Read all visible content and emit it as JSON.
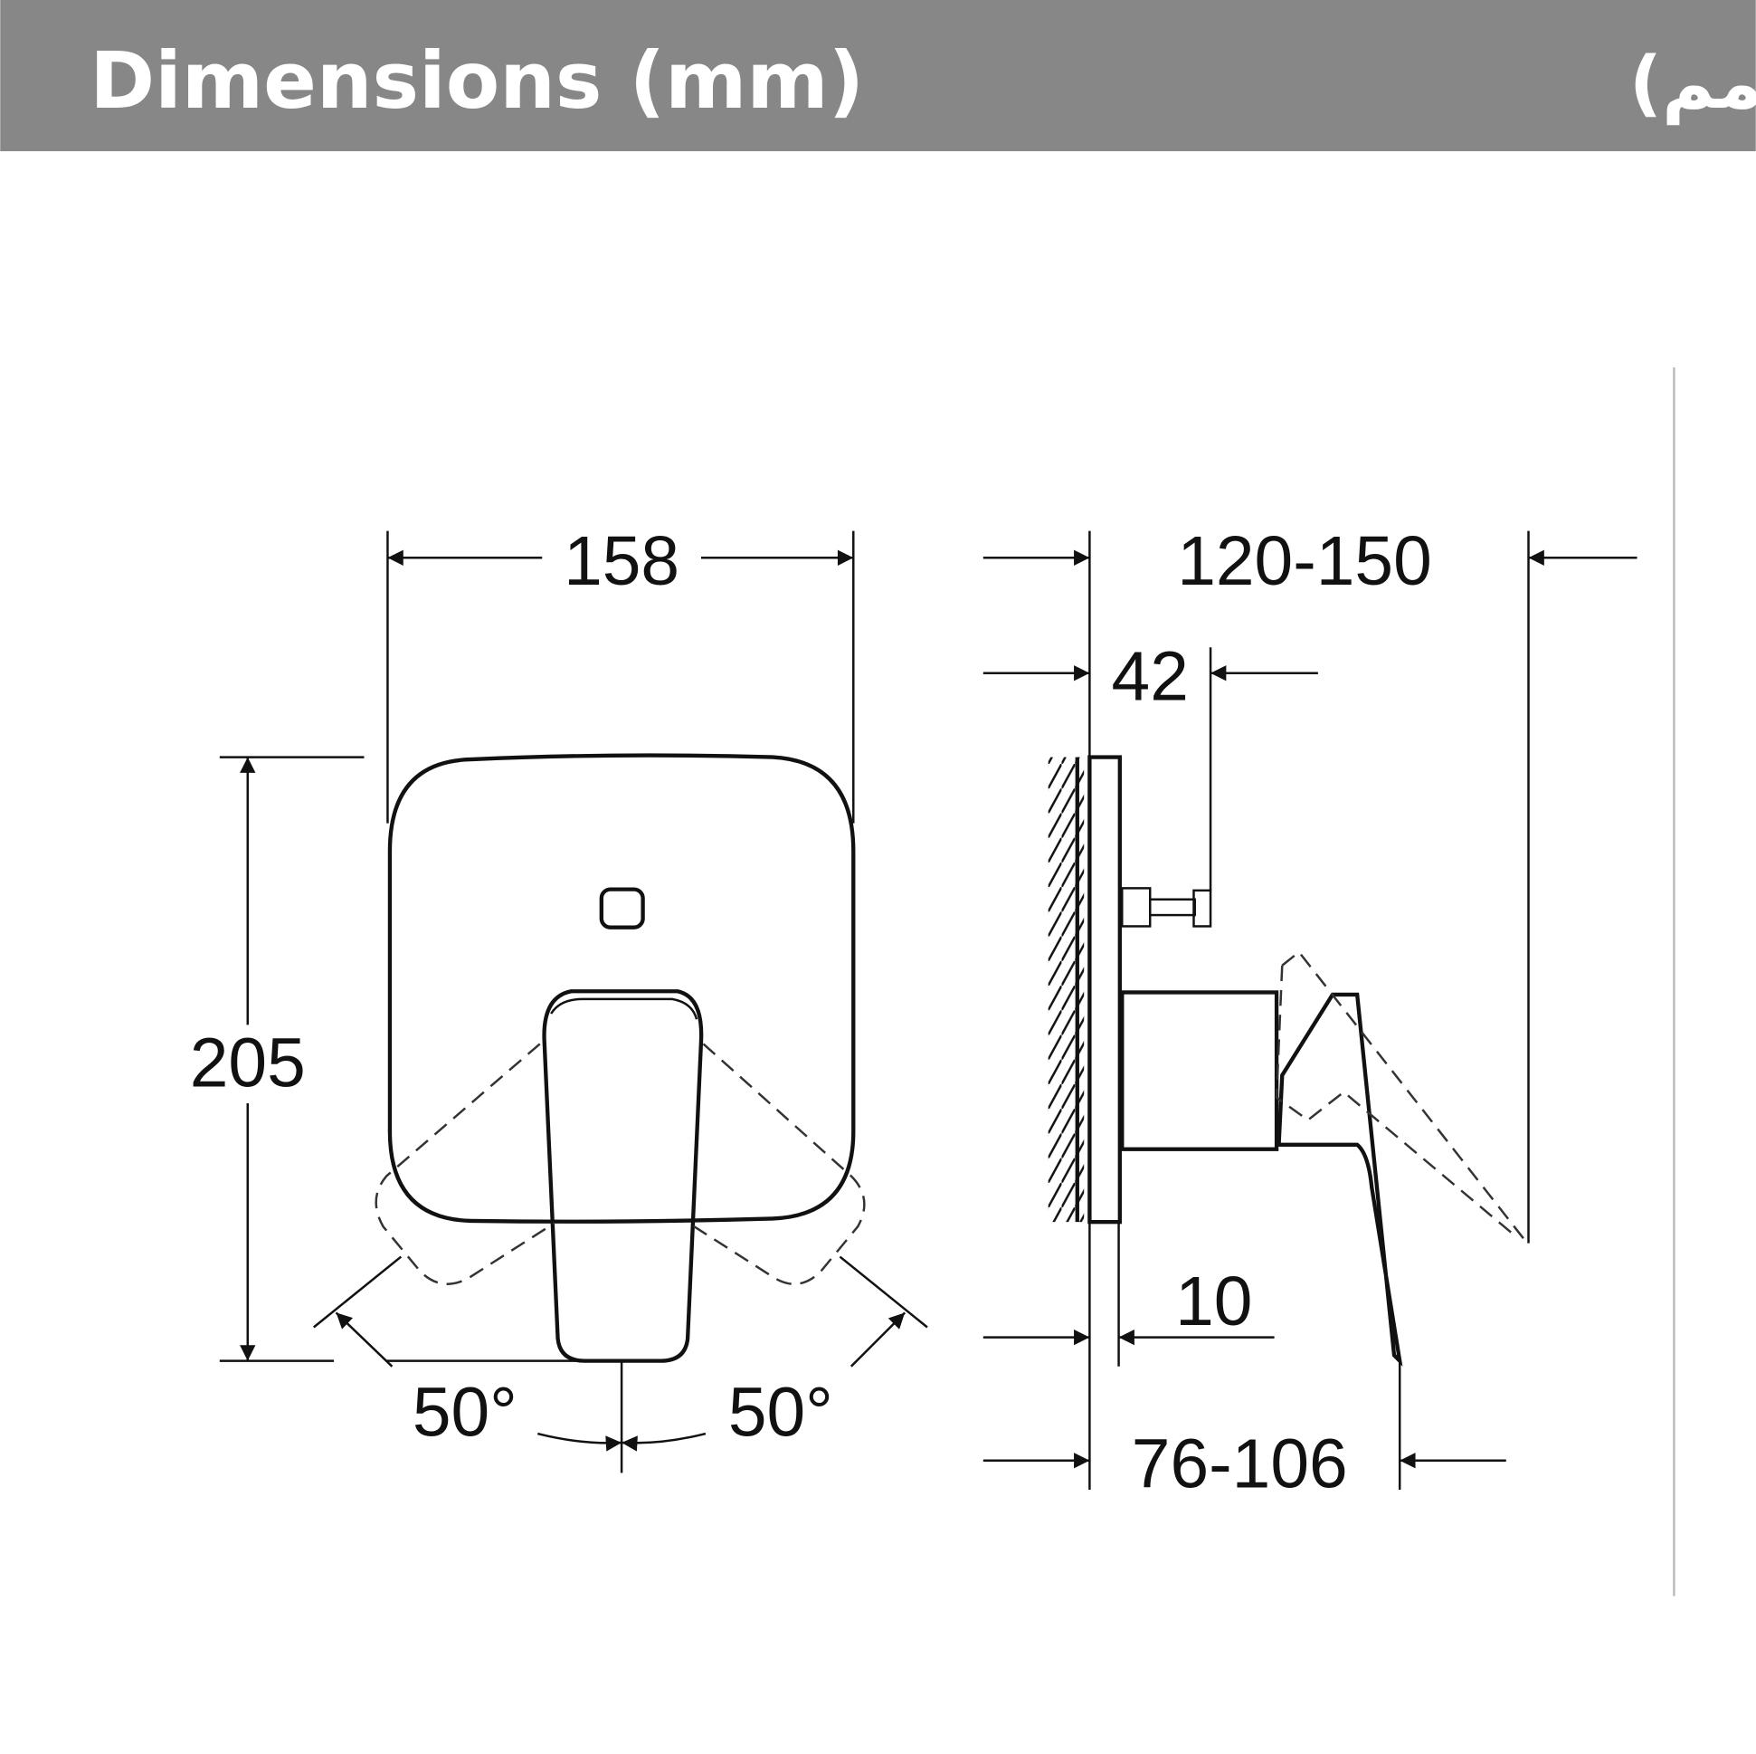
{
  "header": {
    "title_en": "Dimensions (mm)",
    "title_ar": "قياسات (مم)",
    "background_color": "#878787"
  },
  "front_view": {
    "width": "158",
    "height": "205",
    "angle_left": "50°",
    "angle_right": "50°"
  },
  "side_view": {
    "total_depth": "120-150",
    "cartridge_depth": "42",
    "plate_thickness": "10",
    "handle_depth": "76-106"
  }
}
